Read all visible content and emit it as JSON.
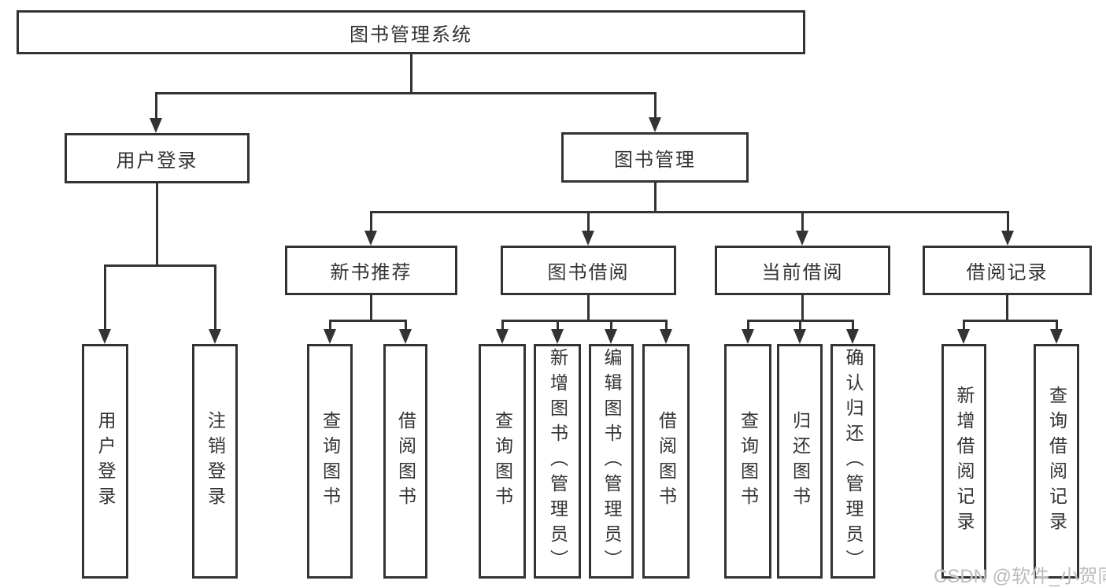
{
  "diagram": {
    "root": "图书管理系统",
    "level2": {
      "user_login": "用户登录",
      "book_management": "图书管理"
    },
    "level3": {
      "new_book_recommend": "新书推荐",
      "book_borrow": "图书借阅",
      "current_borrow": "当前借阅",
      "borrow_records": "借阅记录"
    },
    "leaves": {
      "user_login": [
        "用户登录",
        "注销登录"
      ],
      "new_book_recommend": [
        "查询图书",
        "借阅图书"
      ],
      "book_borrow": [
        "查询图书",
        "新增图书（管理员）",
        "编辑图书（管理员）",
        "借阅图书"
      ],
      "current_borrow": [
        "查询图书",
        "归还图书",
        "确认归还（管理员）"
      ],
      "borrow_records": [
        "新增借阅记录",
        "查询借阅记录"
      ]
    }
  },
  "watermark": {
    "text": "CSDN @软件_小贺同学"
  },
  "colors": {
    "line": "#333333",
    "text": "#333333",
    "watermark": "#bcbcbc",
    "background": "#ffffff"
  }
}
